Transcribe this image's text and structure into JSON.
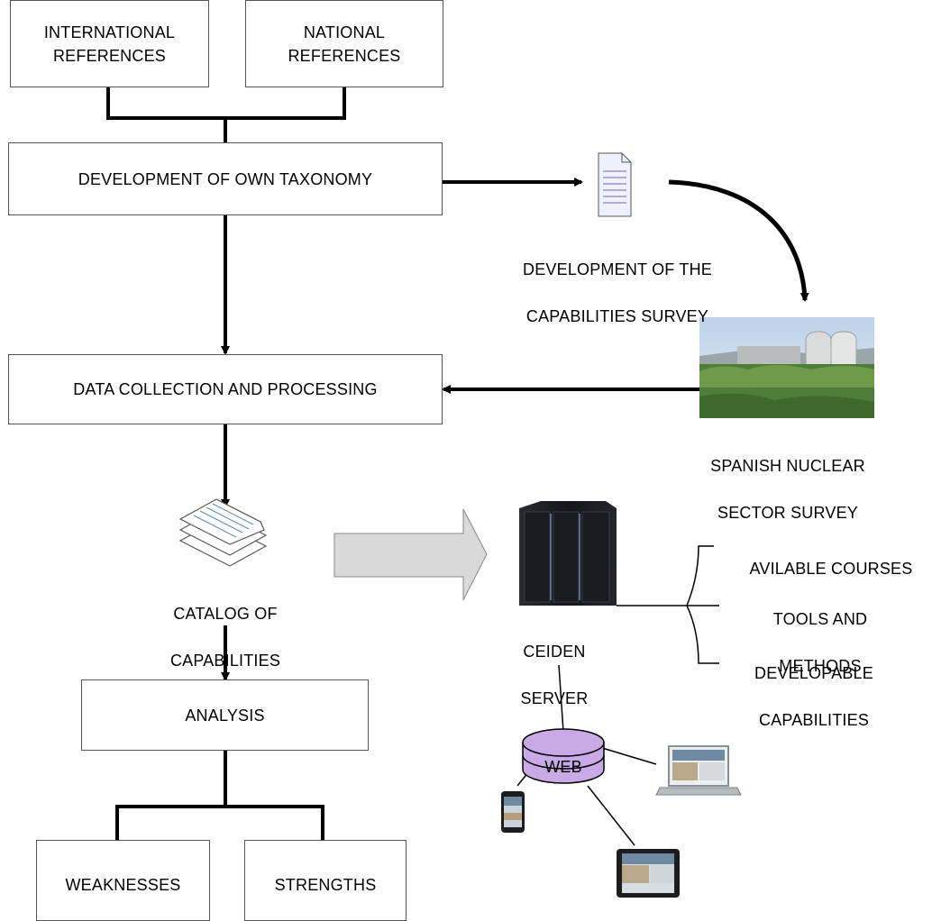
{
  "boxes": {
    "international_references": [
      "INTERNATIONAL",
      "REFERENCES"
    ],
    "national_references": [
      "NATIONAL",
      "REFERENCES"
    ],
    "own_taxonomy": "DEVELOPMENT OF OWN TAXONOMY",
    "data_collection": "DATA COLLECTION AND PROCESSING",
    "analysis": "ANALYSIS",
    "weaknesses": "WEAKNESSES",
    "strengths": "STRENGTHS"
  },
  "labels": {
    "capabilities_survey": [
      "DEVELOPMENT OF THE",
      "CAPABILITIES SURVEY"
    ],
    "nuclear_survey": [
      "SPANISH NUCLEAR",
      "SECTOR SURVEY"
    ],
    "catalog": [
      "CATALOG OF",
      "CAPABILITIES"
    ],
    "server": [
      "CEIDEN",
      "SERVER"
    ],
    "web": "WEB",
    "branch_courses": "AVILABLE COURSES",
    "branch_tools": [
      "TOOLS AND",
      "METHODS"
    ],
    "branch_capabilities": [
      "DEVELOPABLE",
      "CAPABILITIES"
    ]
  },
  "icons": {
    "document": "document-icon",
    "catalog": "document-stack-icon",
    "server": "server-rack-icon",
    "web": "database-icon",
    "plant": "nuclear-plant-photo",
    "laptop": "laptop-icon",
    "phone": "smartphone-icon",
    "tablet": "tablet-icon"
  },
  "colors": {
    "web_fill": "#c9a9e6",
    "big_arrow_fill": "#d9d9d9"
  }
}
